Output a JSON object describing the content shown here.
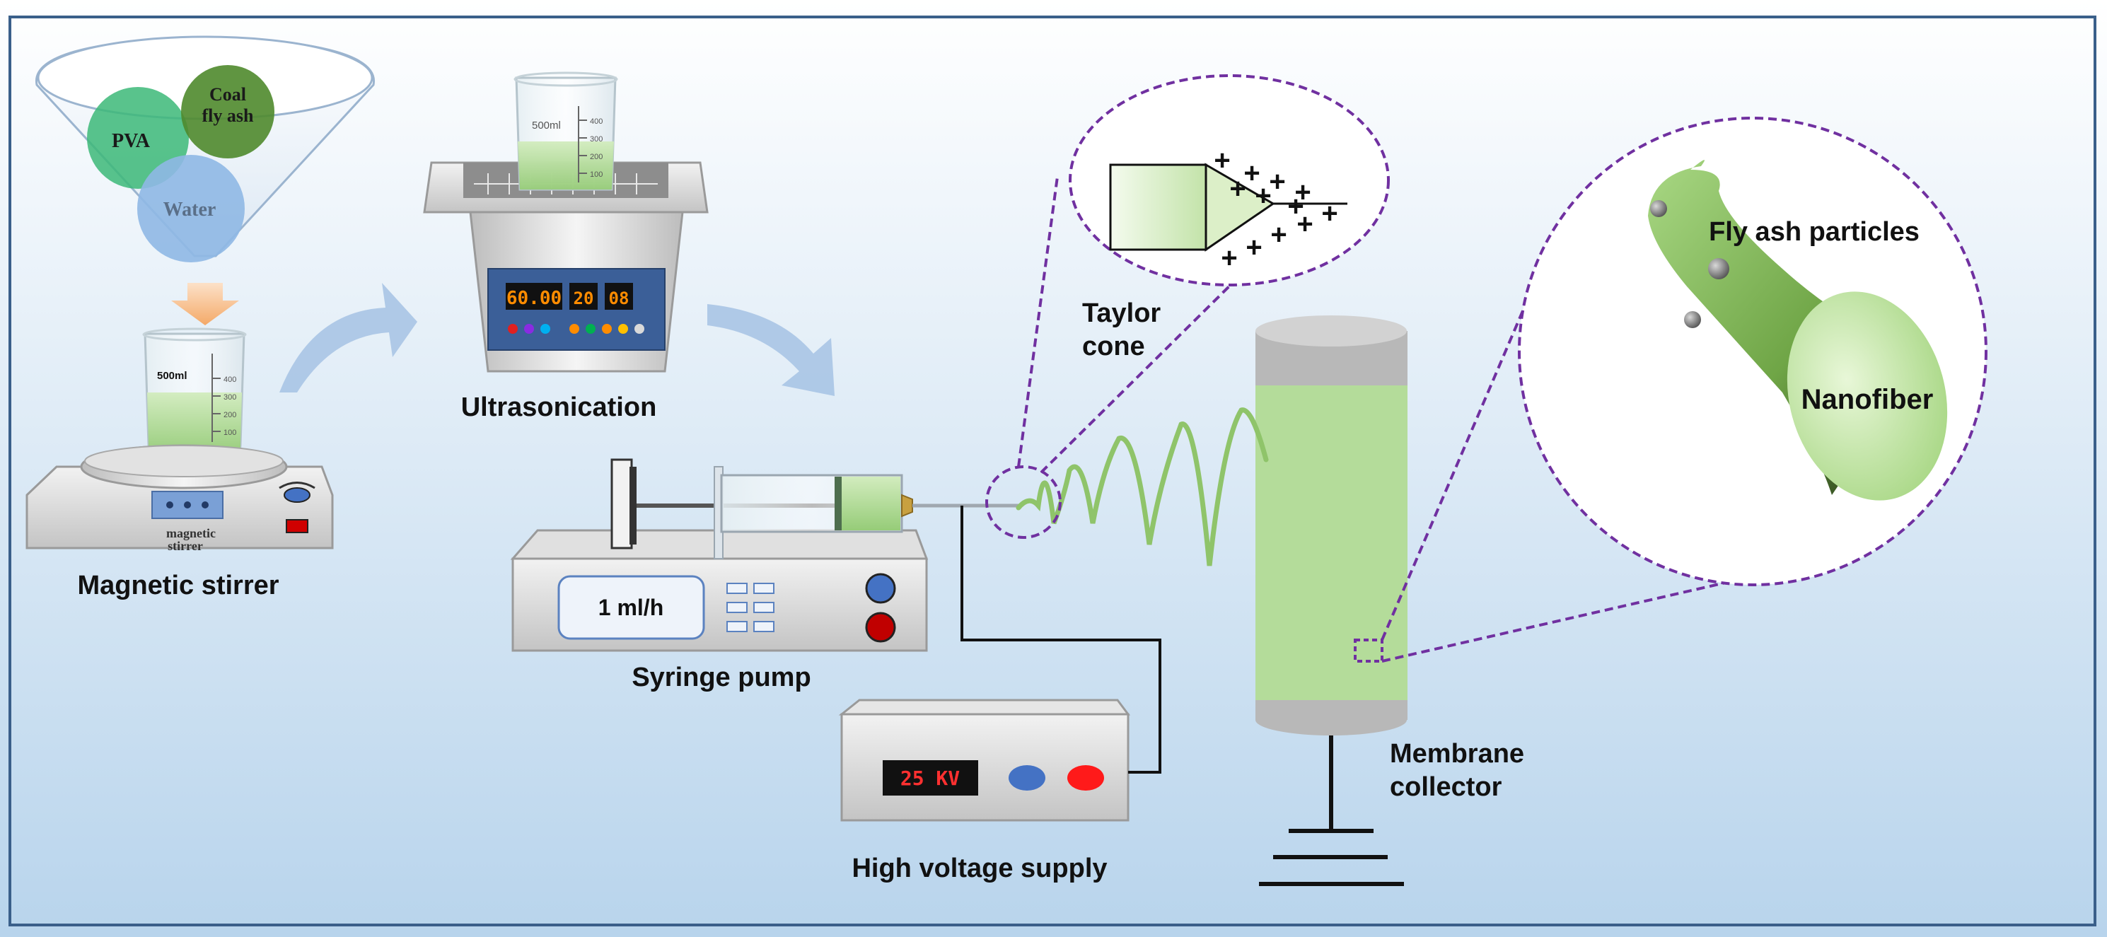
{
  "labels": {
    "magnetic_stirrer": "Magnetic stirrer",
    "ultrasonication": "Ultrasonication",
    "syringe_pump": "Syringe pump",
    "high_voltage_supply": "High voltage supply",
    "taylor_cone_line1": "Taylor",
    "taylor_cone_line2": "cone",
    "membrane_line1": "Membrane",
    "membrane_line2": "collector",
    "fly_ash_particles": "Fly ash particles",
    "nanofiber": "Nanofiber"
  },
  "funnel": {
    "pva": "PVA",
    "coal_line1": "Coal",
    "coal_line2": "fly ash",
    "water": "Water"
  },
  "beaker_small": {
    "volume": "500ml",
    "ticks": [
      "400",
      "300",
      "200",
      "100"
    ]
  },
  "beaker_sonic": {
    "volume": "500ml",
    "ticks": [
      "400",
      "300",
      "200",
      "100"
    ]
  },
  "stirrer_text": {
    "line1": "magnetic",
    "line2": "stirrer"
  },
  "sonicator_display": {
    "time": "60.00",
    "val1": "20",
    "val2": "08"
  },
  "pump_display": "1 ml/h",
  "voltage_display": "25 KV",
  "plus_signs": [
    "+",
    "+",
    "+",
    "+",
    "+",
    "+",
    "+",
    "+",
    "+",
    "+",
    "+",
    "+"
  ],
  "colors": {
    "background_top": "#ffffff",
    "background_bottom": "#b8d4ec",
    "frame": "#3a5f8a",
    "dashed_circle": "#7030a0",
    "solution_green": "#b4dc9a",
    "fiber_green": "#8fc46a",
    "arrow_blue": "#a9c4e4",
    "knob_blue": "#4472c4",
    "knob_red": "#c00000",
    "display_red": "#ff3030"
  }
}
